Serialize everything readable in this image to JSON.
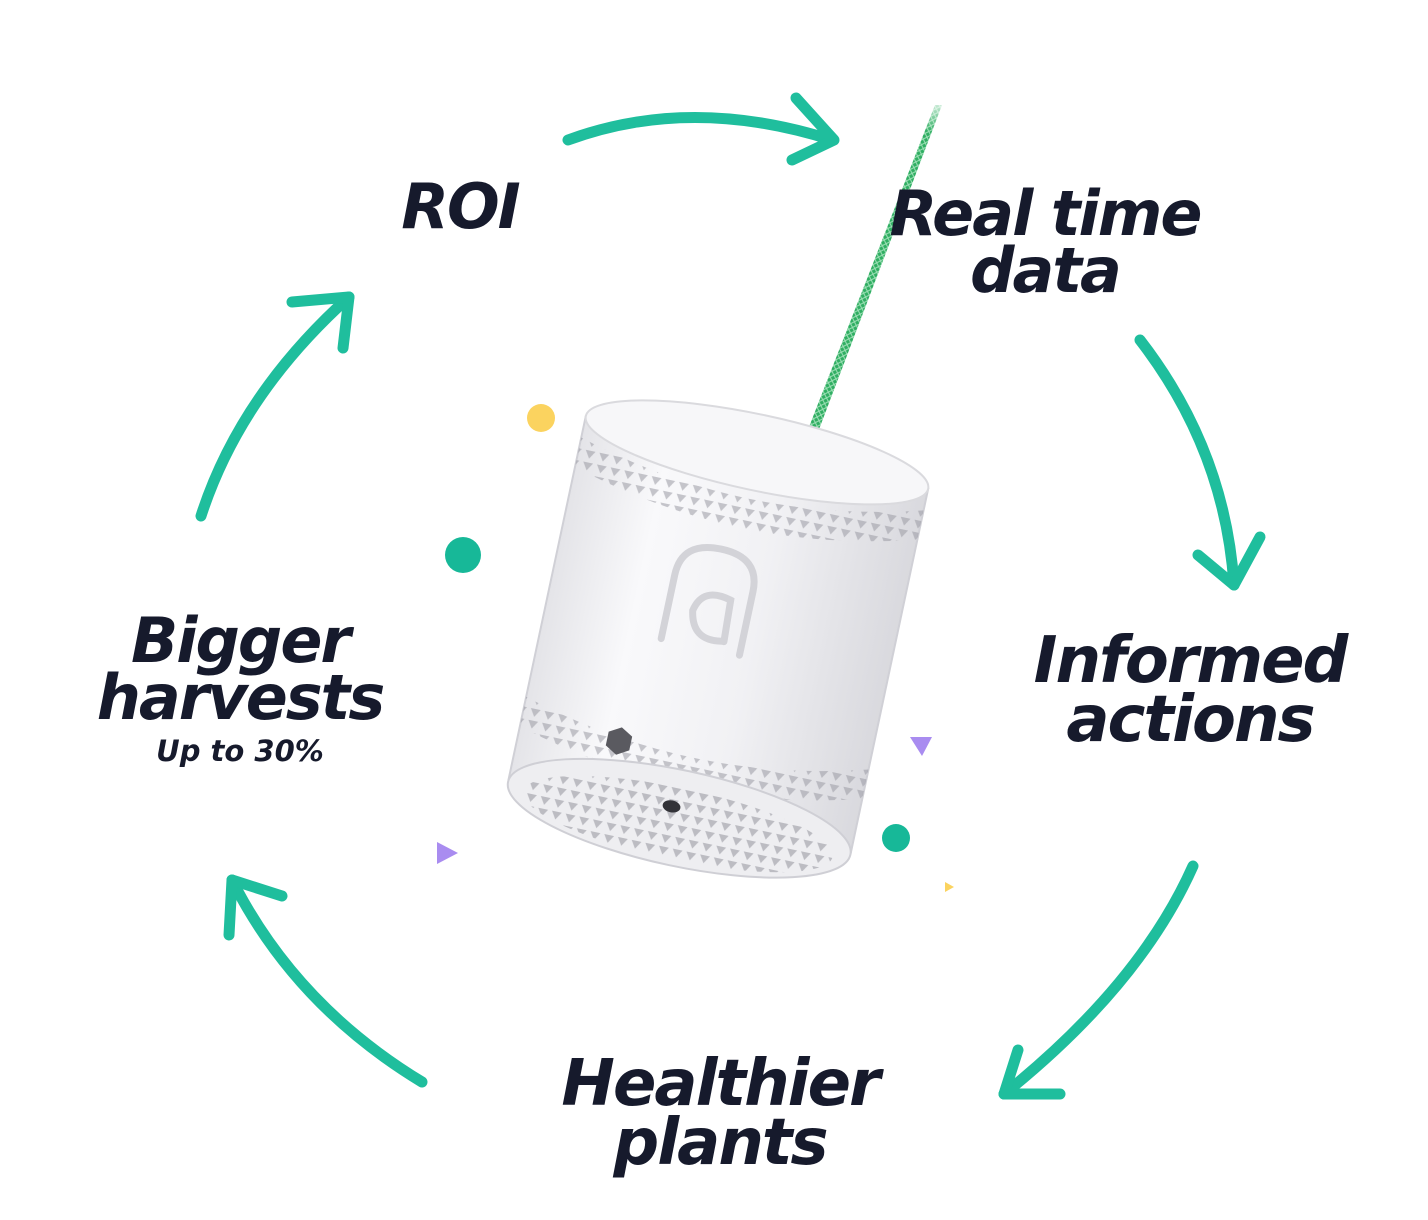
{
  "cycle": {
    "roi": "ROI",
    "real_time_data": {
      "line1": "Real time",
      "line2": "data"
    },
    "informed_actions": {
      "line1": "Informed",
      "line2": "actions"
    },
    "healthier_plants": {
      "line1": "Healthier",
      "line2": "plants"
    },
    "bigger_harvests": {
      "line1": "Bigger",
      "line2": "harvests",
      "sub": "Up to 30%"
    }
  },
  "device": {
    "logo_icon": "a-letter-logo-icon",
    "cable": "green-braided-cable-icon"
  },
  "colors": {
    "arrow": "#1fbe9d",
    "text": "#161a2c",
    "device_body": "#f2f2f4",
    "cable": "#2fae62",
    "dot_teal": "#17b898",
    "dot_yellow": "#fbd35f",
    "triangle_purple": "#a98cf0",
    "triangle_yellow": "#fbd35f"
  }
}
